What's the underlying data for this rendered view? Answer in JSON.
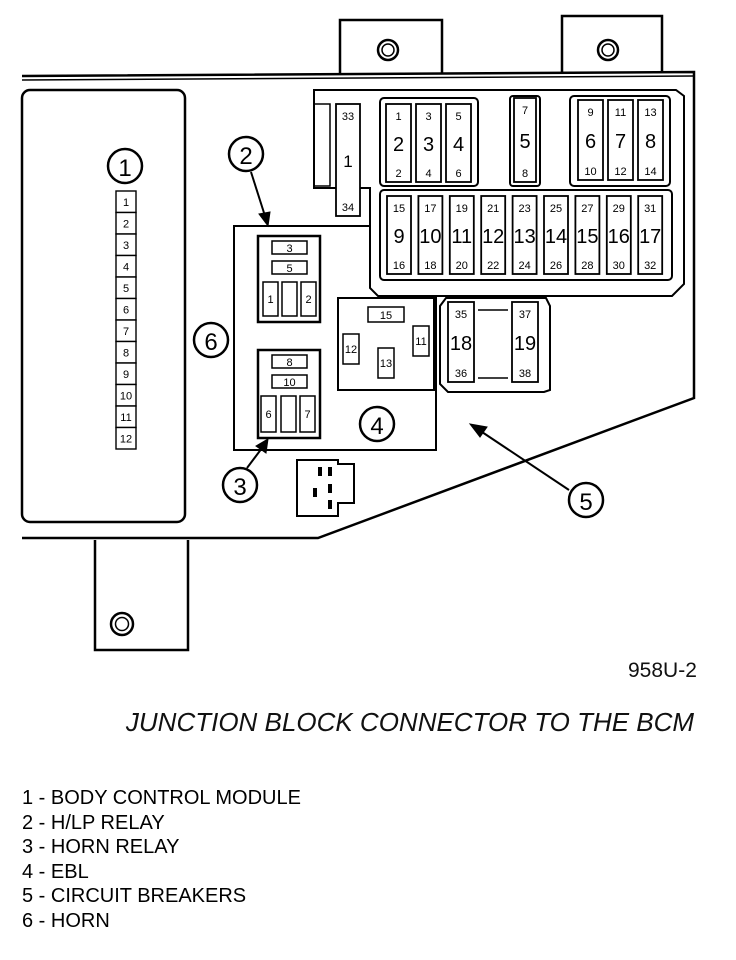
{
  "figure_id": "958U-2",
  "title": "JUNCTION BLOCK CONNECTOR TO THE BCM",
  "legend": [
    "1 - BODY CONTROL MODULE",
    "2 - H/LP RELAY",
    "3 - HORN RELAY",
    "4 - EBL",
    "5 - CIRCUIT BREAKERS",
    "6 - HORN"
  ],
  "callouts": [
    "1",
    "2",
    "3",
    "4",
    "5",
    "6"
  ],
  "bcm_connector_pins": [
    "1",
    "2",
    "3",
    "4",
    "5",
    "6",
    "7",
    "8",
    "9",
    "10",
    "11",
    "12"
  ],
  "fuse_block_a": [
    {
      "top": "1",
      "mid": "2",
      "bot": "2"
    },
    {
      "top": "3",
      "mid": "3",
      "bot": "4"
    },
    {
      "top": "5",
      "mid": "4",
      "bot": "6"
    }
  ],
  "fuse_single": {
    "top": "7",
    "mid": "5",
    "bot": "8"
  },
  "fuse_block_b": [
    {
      "top": "9",
      "mid": "6",
      "bot": "10"
    },
    {
      "top": "11",
      "mid": "7",
      "bot": "12"
    },
    {
      "top": "13",
      "mid": "8",
      "bot": "14"
    }
  ],
  "fuse_row": [
    {
      "top": "15",
      "mid": "9",
      "bot": "16"
    },
    {
      "top": "17",
      "mid": "10",
      "bot": "18"
    },
    {
      "top": "19",
      "mid": "11",
      "bot": "20"
    },
    {
      "top": "21",
      "mid": "12",
      "bot": "22"
    },
    {
      "top": "23",
      "mid": "13",
      "bot": "24"
    },
    {
      "top": "25",
      "mid": "14",
      "bot": "26"
    },
    {
      "top": "27",
      "mid": "15",
      "bot": "28"
    },
    {
      "top": "29",
      "mid": "16",
      "bot": "30"
    },
    {
      "top": "31",
      "mid": "17",
      "bot": "32"
    }
  ],
  "fuse_left": {
    "top": "33",
    "mid": "1",
    "bot": "34"
  },
  "breakers": [
    {
      "top": "35",
      "mid": "18",
      "bot": "36"
    },
    {
      "top": "37",
      "mid": "19",
      "bot": "38"
    }
  ],
  "relay_hlp": {
    "top": "3",
    "mid": "5",
    "left": "1",
    "right": "2"
  },
  "relay_horn": {
    "top": "8",
    "mid": "10",
    "left": "6",
    "right": "7"
  },
  "ebl_relay": {
    "top": "15",
    "left": "12",
    "center": "13",
    "right": "11"
  }
}
